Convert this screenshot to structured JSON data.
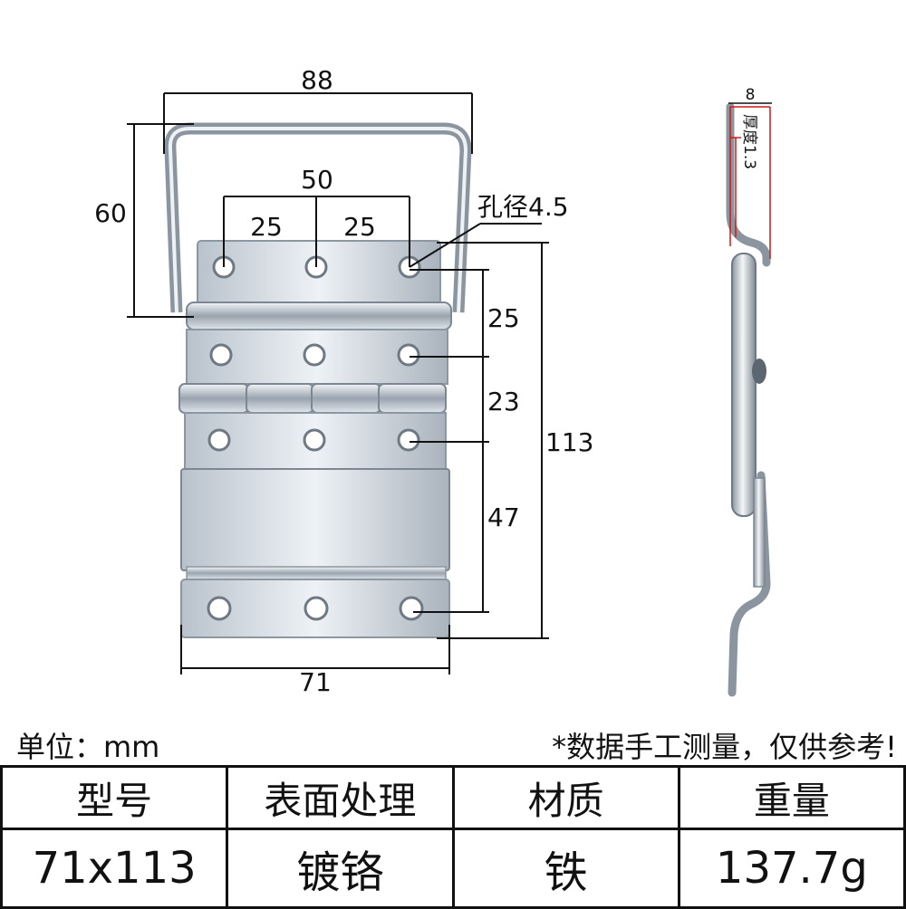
{
  "drawing": {
    "dimensions": {
      "width_top": "88",
      "height_handle": "60",
      "hole_span": "50",
      "hole_pitch_left": "25",
      "hole_pitch_right": "25",
      "hole_diameter": "孔径4.5",
      "gap_top": "25",
      "gap_mid": "23",
      "gap_bottom": "47",
      "total_height": "113",
      "width_bottom": "71"
    },
    "side_view": {
      "top_width": "8",
      "thickness_label": "厚度1.3"
    }
  },
  "footer": {
    "unit": "单位：mm",
    "note": "*数据手工测量，仅供参考!"
  },
  "spec_table": {
    "headers": [
      "型号",
      "表面处理",
      "材质",
      "重量"
    ],
    "values": [
      "71x113",
      "镀铬",
      "铁",
      "137.7g"
    ]
  },
  "colors": {
    "metal": "#c9d1da",
    "metal_dark": "#7d8793",
    "line": "#111111",
    "side_marker": "#d01818"
  }
}
